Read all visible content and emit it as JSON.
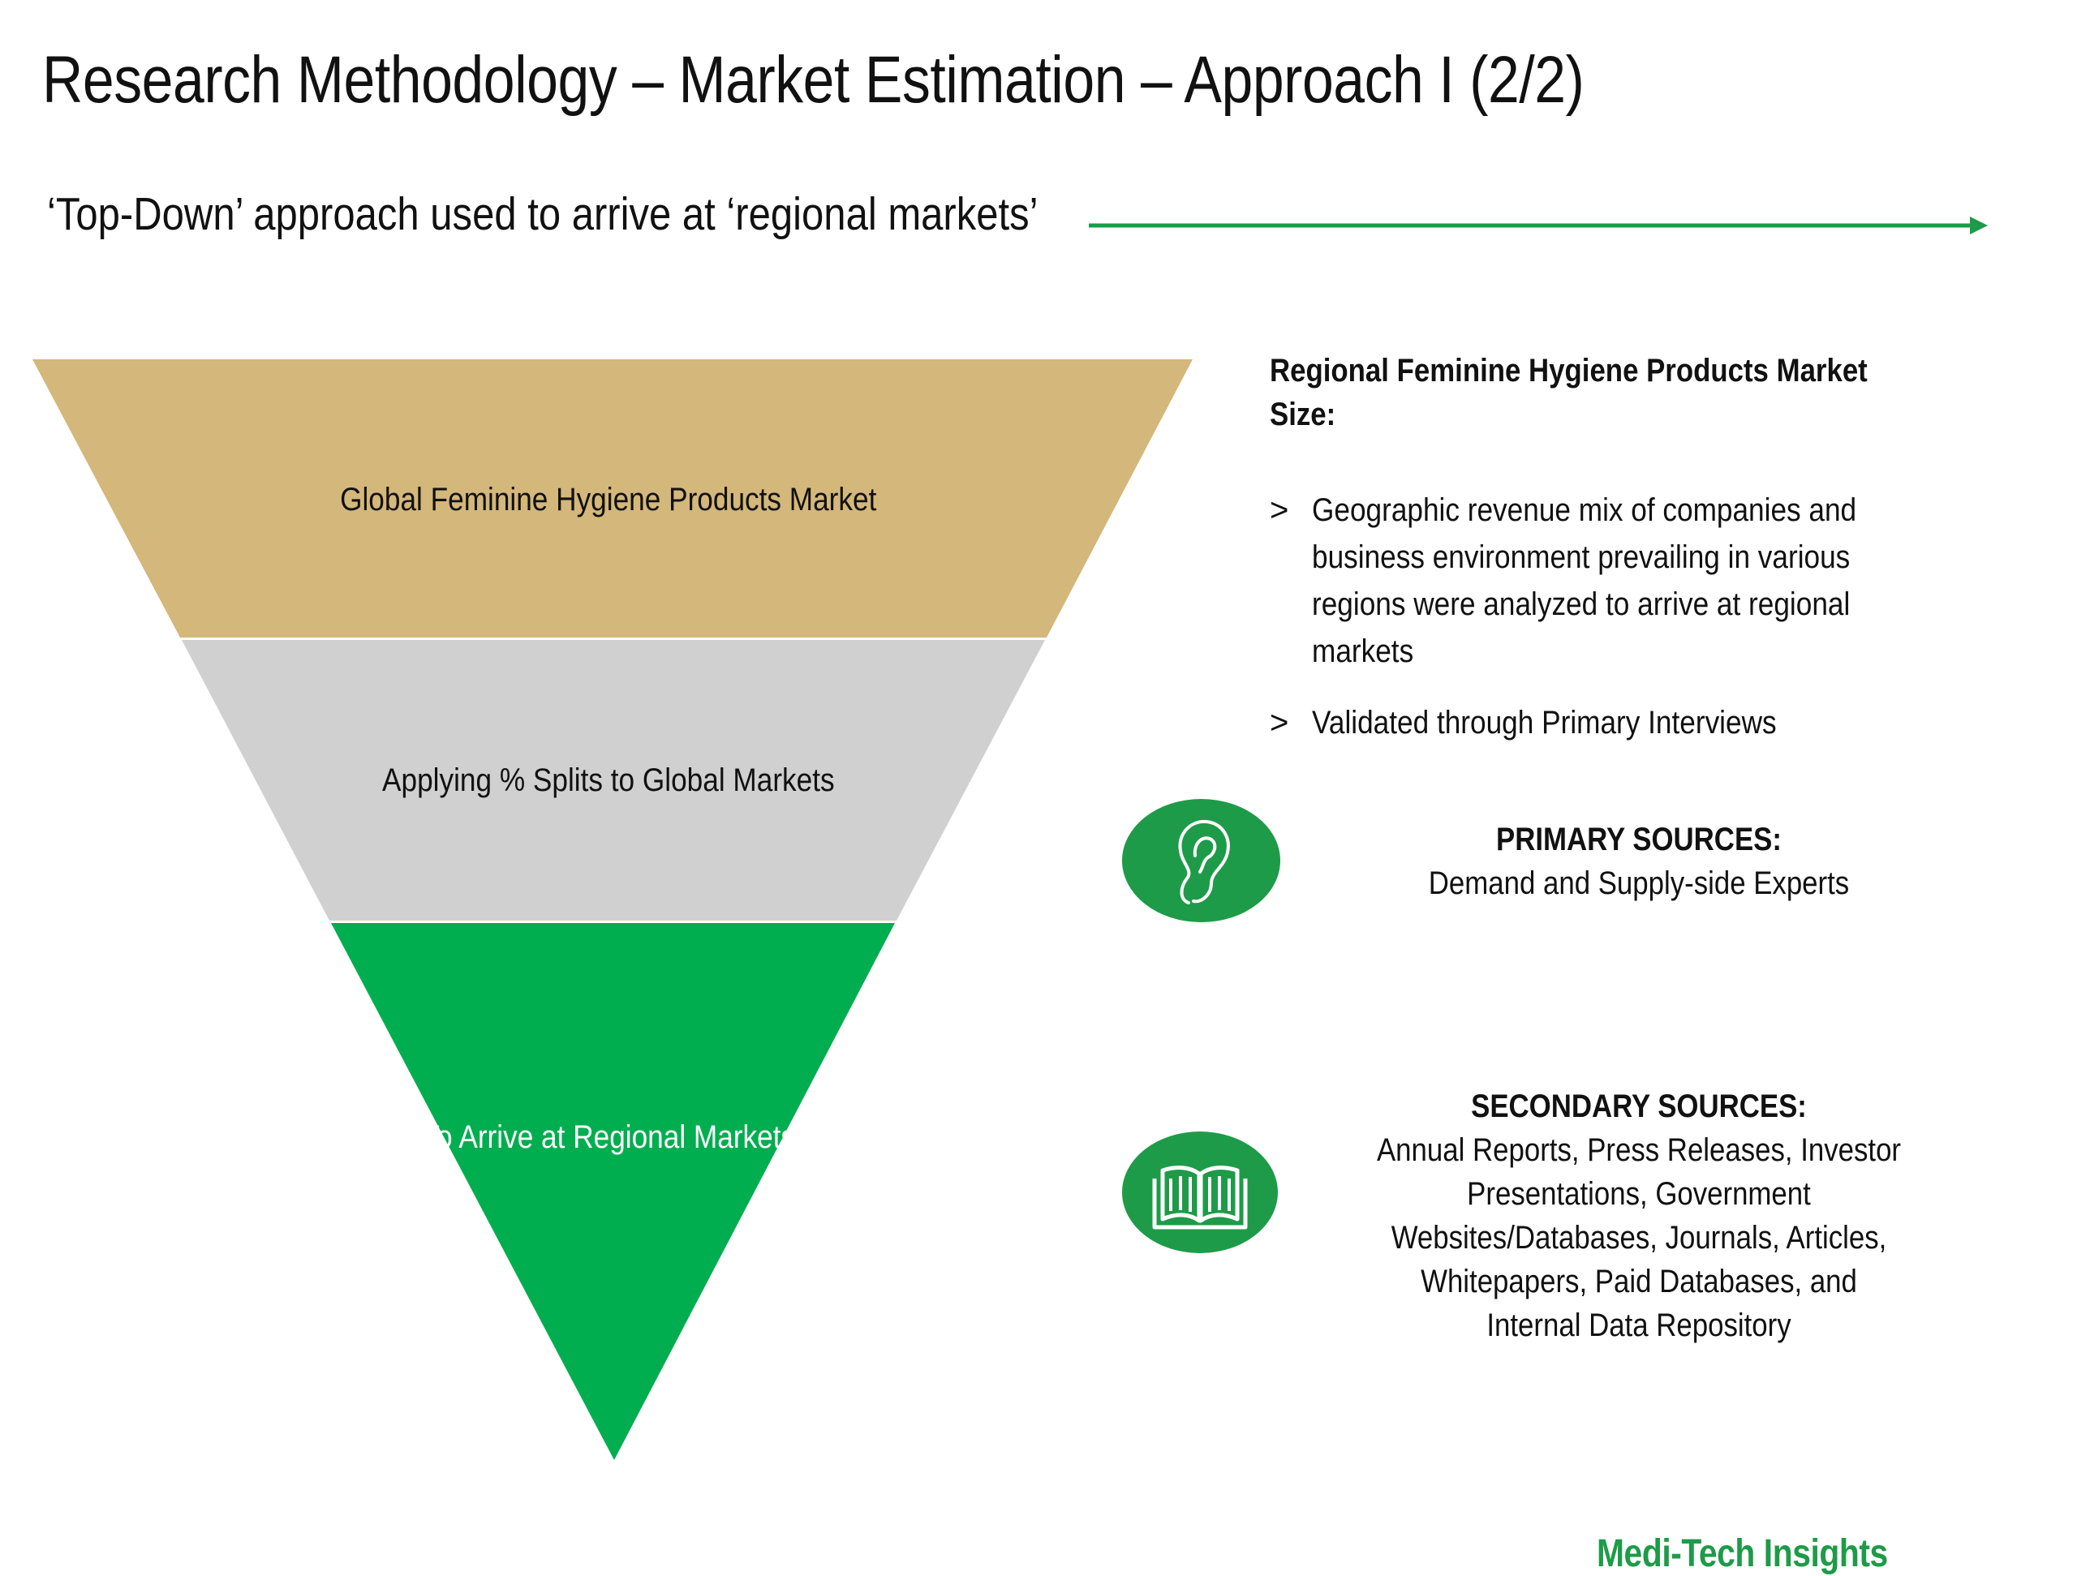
{
  "header": {
    "title": "Research Methodology – Market Estimation – Approach I (2/2)",
    "subtitle": "‘Top-Down’ approach used to arrive at ‘regional markets’"
  },
  "funnel": {
    "tiers": [
      {
        "label": "Global Feminine Hygiene Products Market",
        "color": "#d4b77a"
      },
      {
        "label": "Applying % Splits to Global Markets",
        "color": "#d1d0d0"
      },
      {
        "label": "To Arrive at Regional Markets",
        "color": "#00ae4f"
      }
    ]
  },
  "panel": {
    "heading": "Regional Feminine Hygiene Products Market Size:",
    "bullet_marker": ">",
    "bullets": [
      "Geographic revenue mix of companies and business environment prevailing in various regions were analyzed to arrive at regional markets",
      "Validated through Primary Interviews"
    ]
  },
  "sources": {
    "primary": {
      "title": "PRIMARY SOURCES:",
      "text": "Demand and Supply-side Experts",
      "icon": "ear-icon"
    },
    "secondary": {
      "title": "SECONDARY SOURCES:",
      "text": "Annual Reports, Press Releases, Investor Presentations, Government Websites/Databases, Journals, Articles, Whitepapers, Paid Databases, and Internal Data Repository",
      "icon": "book-icon"
    }
  },
  "brand": {
    "name": "Medi-Tech Insights",
    "color": "#1e9b48"
  },
  "colors": {
    "accent": "#1e9b48"
  }
}
